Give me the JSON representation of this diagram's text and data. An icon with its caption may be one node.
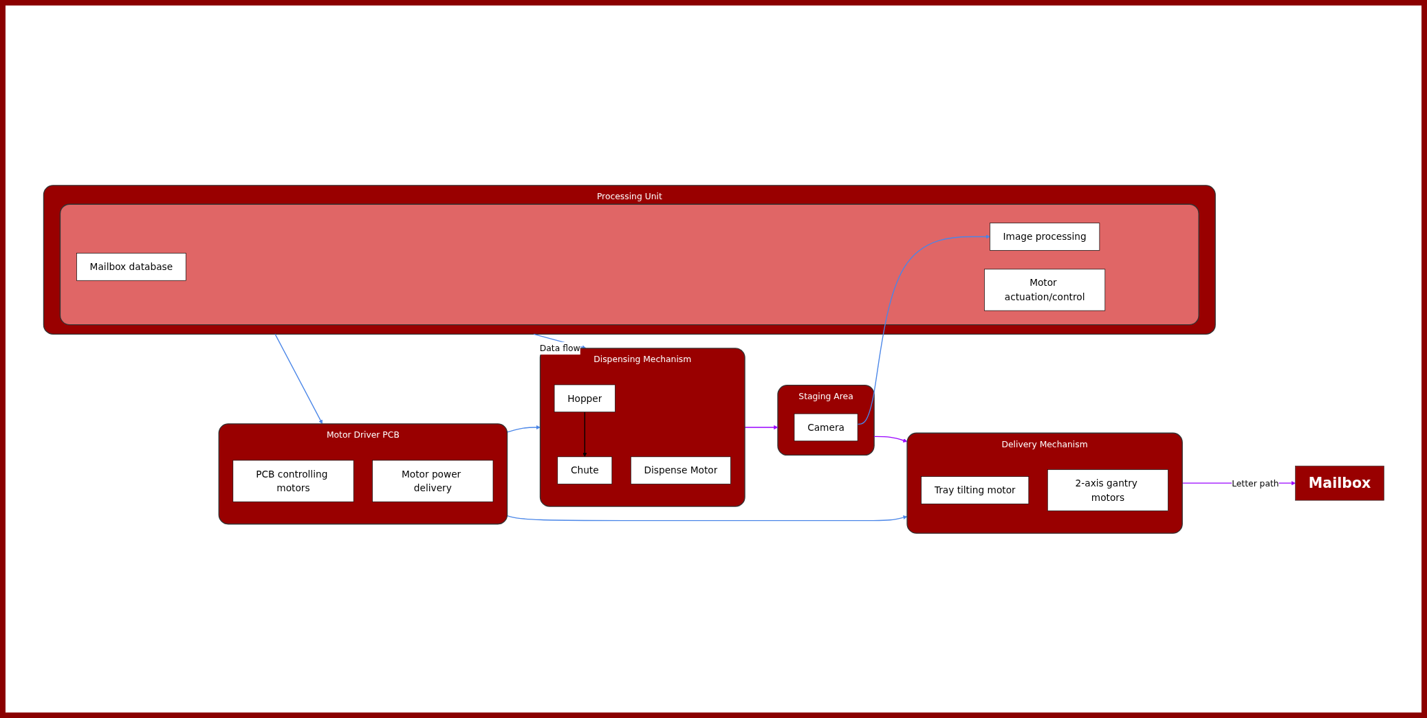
{
  "diagram": {
    "nodes": [
      {
        "text": [
          "Dispensing Mechanism"
        ]
      },
      {
        "text": [
          "Hopper"
        ],
        "in": 0
      },
      {
        "text": [
          "Chute"
        ],
        "in": 0
      },
      {
        "text": [
          "Dispense Motor"
        ],
        "in": 0
      },
      {
        "text": [
          "Staging Area"
        ]
      },
      {
        "text": [
          "Camera"
        ],
        "in": 4
      },
      {
        "text": [
          "Processing Unit"
        ]
      },
      {
        "text": [],
        "shape": "box",
        "in": 6
      },
      {
        "text": [
          "Mailbox database"
        ],
        "in": 7
      },
      {
        "text": [
          "Image processing"
        ],
        "in": 7
      },
      {
        "text": [
          "Motor actuation/control"
        ],
        "in": 7
      },
      {
        "text": [
          "Delivery Mechanism"
        ]
      },
      {
        "text": [
          "Tray tilting motor"
        ],
        "in": 11
      },
      {
        "text": [
          "2-axis gantry motors"
        ],
        "in": 11
      },
      {
        "text": [
          "Motor Driver PCB"
        ]
      },
      {
        "text": [
          "PCB controlling motors"
        ],
        "in": 14
      },
      {
        "text": [
          "Motor power delivery"
        ],
        "in": 14
      },
      {
        "text": [
          "Mailbox"
        ]
      }
    ],
    "edges": [
      {
        "from": 1,
        "to": 2,
        "arrow": "to",
        "color": "#000000"
      },
      {
        "from": 6,
        "to": 0,
        "arrow": "to",
        "label": "Data flow"
      },
      {
        "from": 0,
        "to": 4,
        "arrow": "to",
        "color": "#9900ff"
      },
      {
        "from": 5,
        "to": 9,
        "arrow": "to"
      },
      {
        "from": 4,
        "to": 11,
        "arrow": "to",
        "color": "#9900ff"
      },
      {
        "from": 6,
        "to": 14,
        "arrow": "to"
      },
      {
        "from": 14,
        "to": 11,
        "arrow": "to"
      },
      {
        "from": 11,
        "to": 17,
        "arrow": "to",
        "label": "Letter path",
        "color": "#9900ff"
      },
      {
        "from": 14,
        "to": 0,
        "arrow": "to"
      }
    ]
  }
}
